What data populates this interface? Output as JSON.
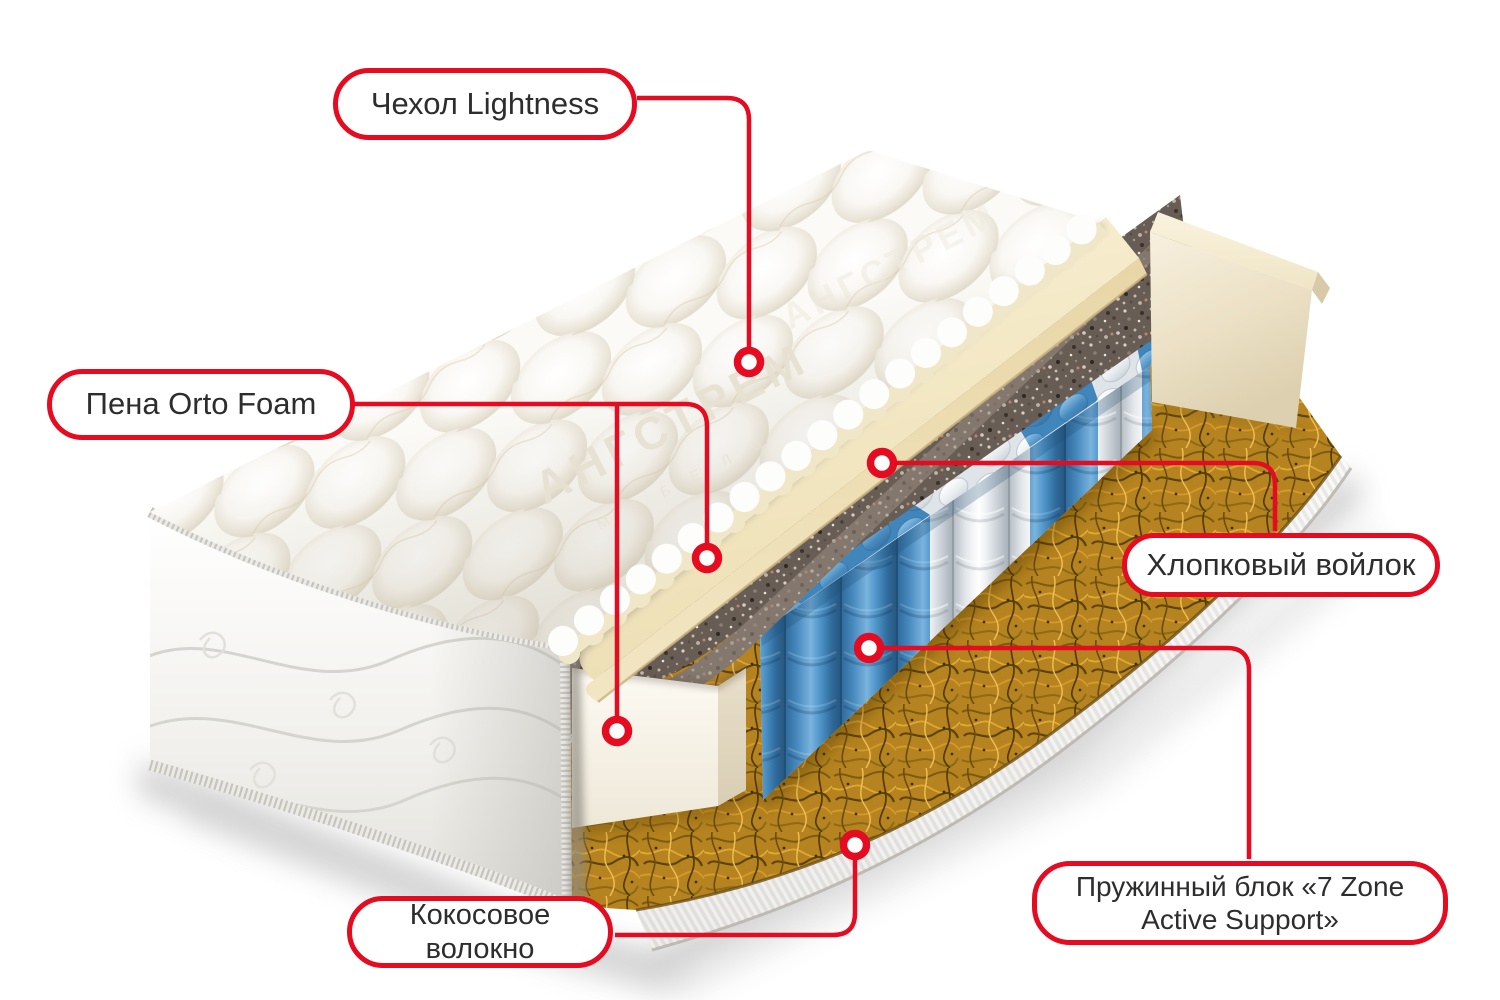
{
  "illustration": {
    "type": "mattress-layers-cutaway",
    "watermark": "АНГСТРЕМ",
    "watermark_sub": "М Е Б Е Л Ь"
  },
  "labels": {
    "cover": "Чехол Lightness",
    "foam": "Пена Orto Foam",
    "felt": "Хлопковый войлок",
    "springs": "Пружинный блок «7 Zone Active Support»",
    "coir": "Кокосовое волокно"
  },
  "colors": {
    "accent_red": "#e50b20",
    "spring_blue": "#4a8cc0",
    "foam_cream": "#f3e8c6",
    "felt_gray": "#685d55",
    "coir_gold": "#b5831f",
    "text": "#2d2d2d"
  }
}
